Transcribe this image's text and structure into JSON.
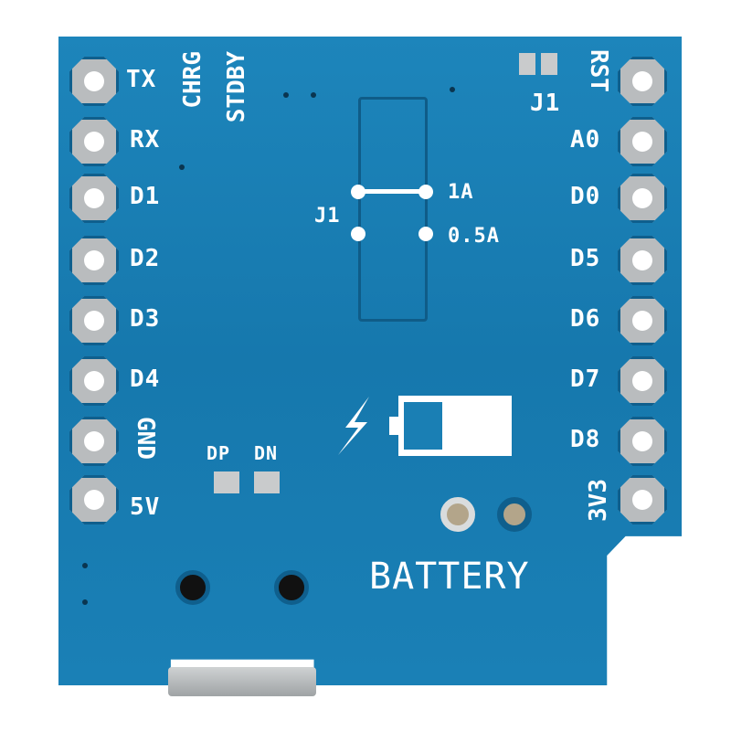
{
  "image": {
    "subject": "Battery shield PCB (bottom side)",
    "board_color": "#1a7fb4",
    "silkscreen_color": "#ffffff"
  },
  "left_pins": [
    "TX",
    "RX",
    "D1",
    "D2",
    "D3",
    "D4",
    "GND",
    "5V"
  ],
  "right_pins": [
    "RST",
    "A0",
    "D0",
    "D5",
    "D6",
    "D7",
    "D8",
    "3V3"
  ],
  "top_labels": {
    "chrg": "CHRG",
    "stdby": "STDBY",
    "j1_top": "J1"
  },
  "jumper": {
    "label": "J1",
    "opt1": "1A",
    "opt2": "0.5A"
  },
  "usb_pads": {
    "dp": "DP",
    "dn": "DN"
  },
  "battery": {
    "label": "BATTERY",
    "icon": "battery-charging-icon"
  }
}
